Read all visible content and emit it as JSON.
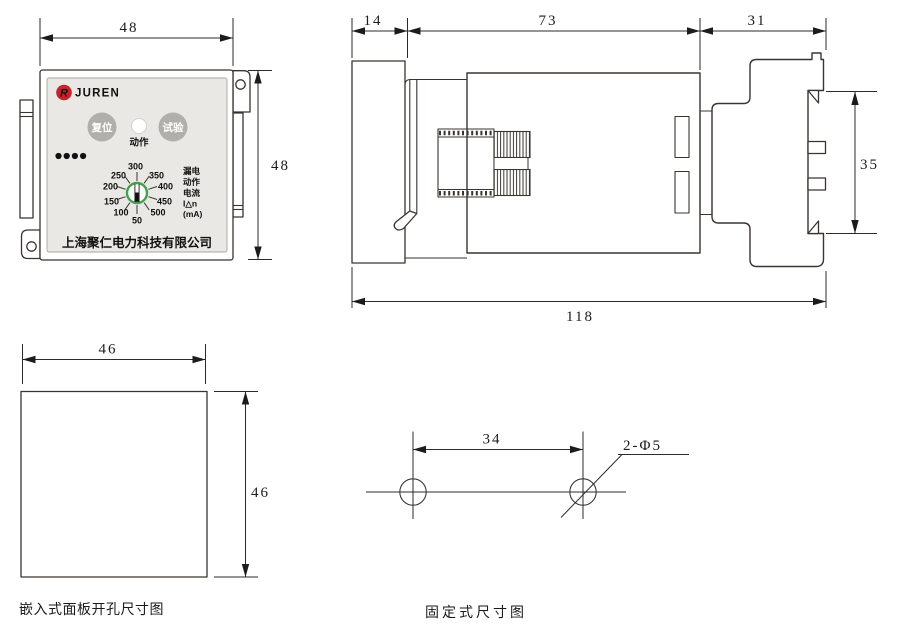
{
  "front_view": {
    "dim_top": "48",
    "dim_right": "48",
    "logo_text": "JUREN",
    "logo_mark": "R",
    "reset_label": "复位",
    "test_label": "试验",
    "action_label": "动作",
    "dial_values": [
      "50",
      "100",
      "150",
      "200",
      "250",
      "300",
      "350",
      "400",
      "450",
      "500"
    ],
    "unit_lines": [
      "漏电",
      "动作",
      "电流",
      "I△n",
      "(mA)"
    ],
    "company": "上海聚仁电力科技有限公司"
  },
  "side_view": {
    "dim_bezel": "14",
    "dim_body": "73",
    "dim_socket": "31",
    "dim_total": "118",
    "dim_terminals": "35"
  },
  "cutout_view": {
    "dim_width": "46",
    "dim_height": "46",
    "caption": "嵌入式面板开孔尺寸图"
  },
  "fixed_view": {
    "dim_spacing": "34",
    "holes_label": "2-Φ5",
    "caption": "固定式尺寸图"
  },
  "colors": {
    "line": "#3a3430",
    "panel_gray": "#e9e8e4",
    "button_gray": "#b1afab",
    "logo_red": "#c4242b",
    "dial_green": "#43a04b"
  }
}
